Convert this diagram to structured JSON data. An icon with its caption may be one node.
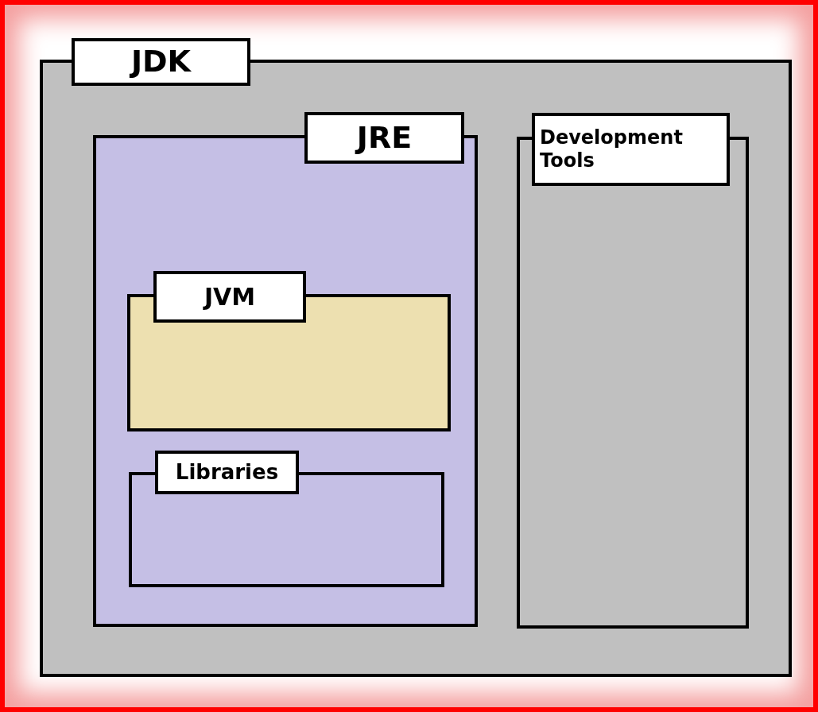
{
  "diagram": {
    "nodes": [
      {
        "text": [
          "JDK"
        ]
      },
      {
        "text": [
          "JRE"
        ],
        "in": 0
      },
      {
        "text": [
          "JVM"
        ],
        "in": 1
      },
      {
        "text": [
          "Libraries"
        ],
        "in": 1
      },
      {
        "text": [
          "Development Tools"
        ],
        "in": 0
      }
    ]
  }
}
